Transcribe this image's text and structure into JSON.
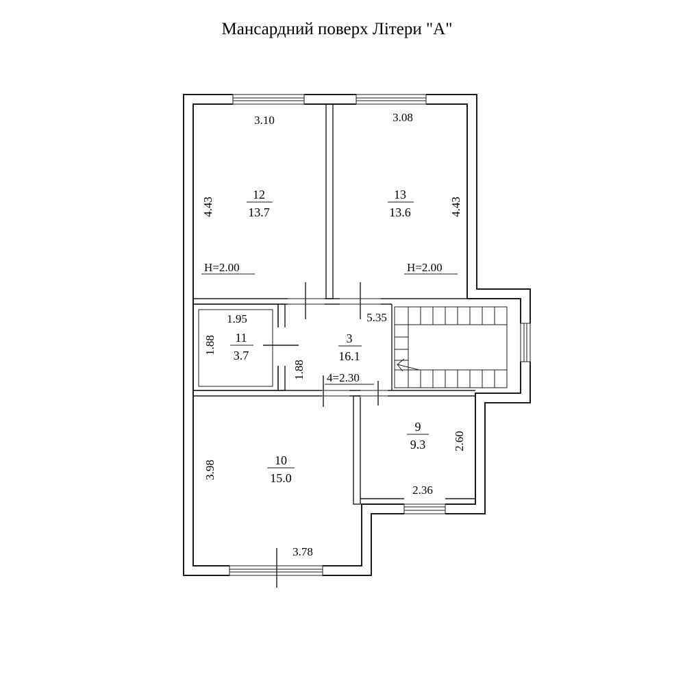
{
  "title": "Мансардний поверх Літери \"А\"",
  "rooms": [
    {
      "id": "12",
      "number": "12",
      "area": "13.7",
      "width": "3.10",
      "length": "4.43",
      "height": "H=2.00"
    },
    {
      "id": "13",
      "number": "13",
      "area": "13.6",
      "width": "3.08",
      "length": "4.43",
      "height": "H=2.00"
    },
    {
      "id": "11",
      "number": "11",
      "area": "3.7",
      "width": "1.95",
      "length": "1.88"
    },
    {
      "id": "3",
      "number": "3",
      "area": "16.1",
      "width": "5.35",
      "length": "1.88",
      "extra": "4=2.30"
    },
    {
      "id": "10",
      "number": "10",
      "area": "15.0",
      "width": "3.78",
      "length": "3.98"
    },
    {
      "id": "9",
      "number": "9",
      "area": "9.3",
      "width": "2.36",
      "length": "2.60"
    }
  ]
}
